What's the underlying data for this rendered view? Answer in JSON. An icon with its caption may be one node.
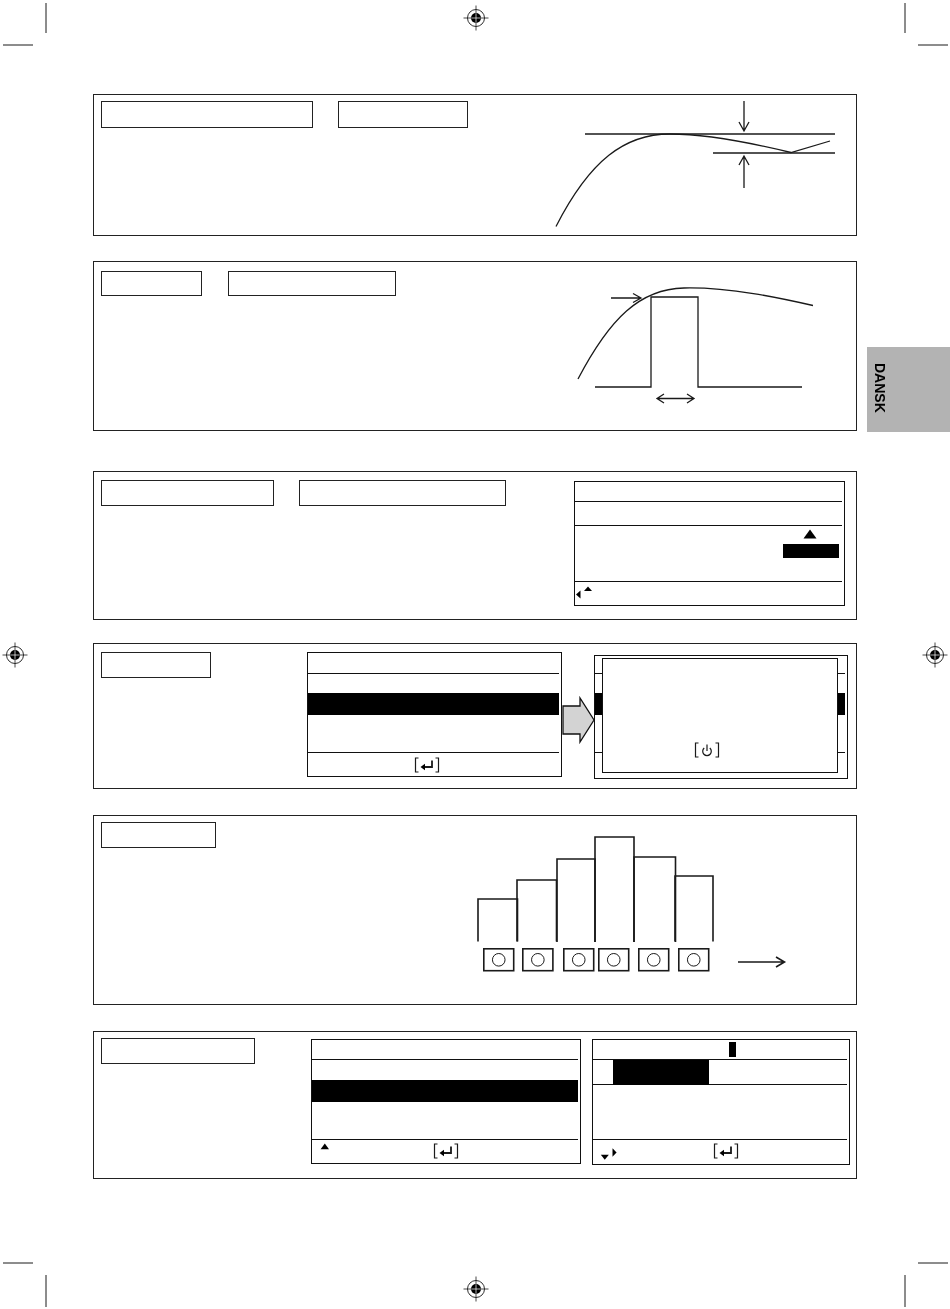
{
  "diagram": {
    "nodes": [
      {
        "text": [],
        "shape": "box"
      },
      {
        "text": [],
        "shape": "box"
      },
      {
        "text": [],
        "shape": "bar",
        "in": 1
      },
      {
        "text": [],
        "shape": "box"
      },
      {
        "text": [],
        "shape": "box"
      },
      {
        "text": [],
        "shape": "bar",
        "in": 4
      },
      {
        "text": [],
        "shape": "box"
      },
      {
        "text": [],
        "shape": "bar",
        "in": 6
      }
    ],
    "edges": [
      {
        "from": 1,
        "to": 3,
        "arrow": "to"
      }
    ],
    "labels": [
      "DANSK"
    ]
  }
}
